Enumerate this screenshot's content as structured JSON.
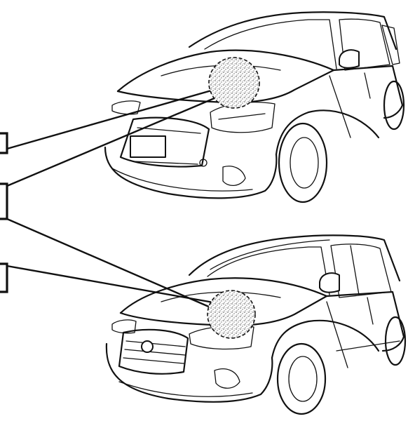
{
  "figure": {
    "vehicles": [
      {
        "id": "upper",
        "body_style": "hatchback",
        "marked_area": "hood-front-left"
      },
      {
        "id": "lower",
        "body_style": "crossover",
        "marked_area": "hood-front-left"
      }
    ],
    "colors": {
      "ink": "#111111",
      "background": "#ffffff",
      "stipple": "#555555"
    },
    "icons": {
      "bracket": "left-bracket-icon",
      "spot": "dashed-stipple-circle-icon"
    }
  }
}
